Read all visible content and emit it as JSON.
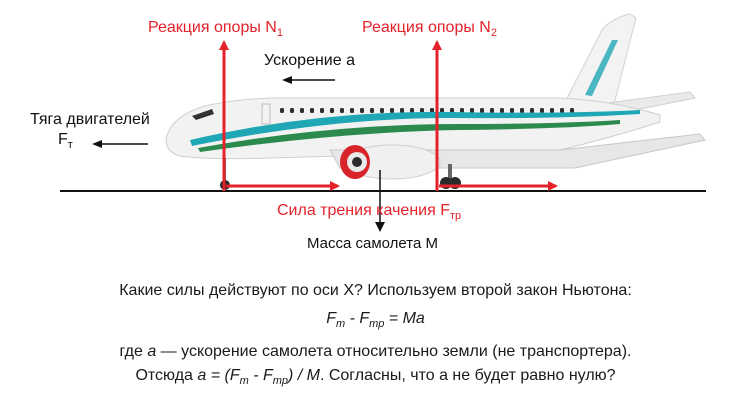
{
  "labels": {
    "n1_main": "Реакция опоры N",
    "n1_sub": "1",
    "n2_main": "Реакция опоры N",
    "n2_sub": "2",
    "accel": "Ускорение a",
    "thrust_line1": "Тяга двигателей",
    "thrust_sym": "F",
    "thrust_sub": "т",
    "friction_main": "Сила трения качения F",
    "friction_sub": "тр",
    "mass": "Масса самолета М"
  },
  "text": {
    "line1": "Какие силы действуют по оси X? Используем второй закон Ньютона:",
    "formula": {
      "f": "F",
      "sub1": "т",
      "minus": " - F",
      "sub2": "тр",
      "rhs": " = Ma"
    },
    "line3_a": "где ",
    "line3_var": "a",
    "line3_b": " — ускорение самолета относительно земли (не транспортера).",
    "line4_a": "Отсюда ",
    "line4_formula_a": "a = (F",
    "line4_sub1": "т",
    "line4_formula_b": " - F",
    "line4_sub2": "тр",
    "line4_formula_c": ") / M",
    "line4_b": ". Согласны, что a не будет равно нулю?"
  },
  "colors": {
    "force_red": "#e3222a",
    "black": "#111111",
    "fuselage": "#f2f2f2",
    "stripe_teal": "#1fa7b5",
    "stripe_green": "#2d8a4e",
    "engine_red": "#d9232a"
  }
}
